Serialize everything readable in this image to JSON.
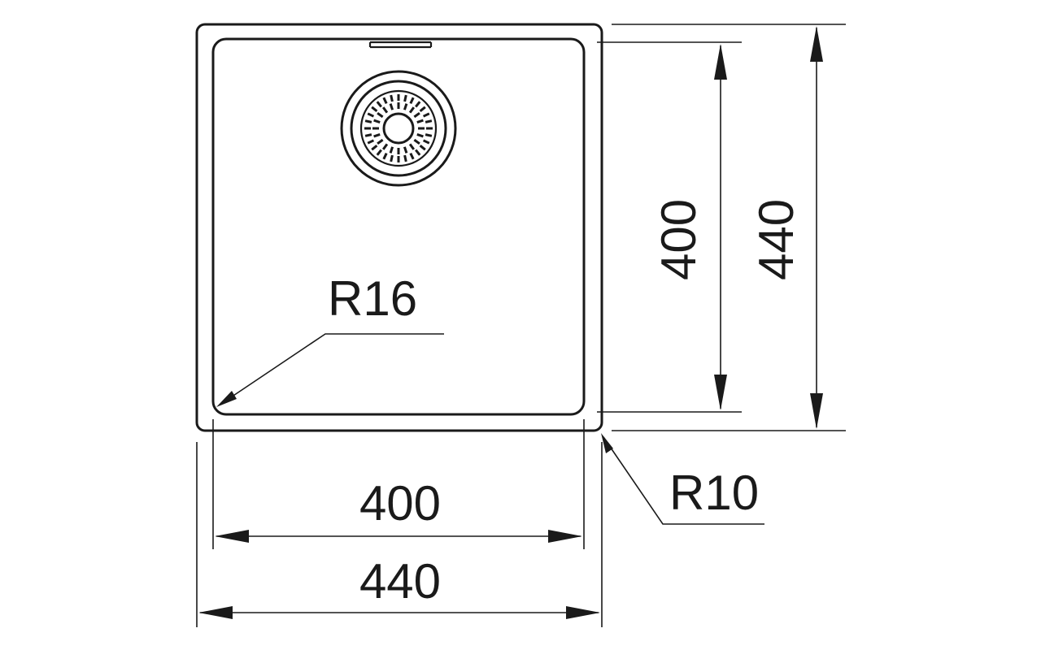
{
  "diagram": {
    "outer_width_label": "440",
    "inner_width_label": "400",
    "inner_height_label": "400",
    "outer_height_label": "440",
    "inner_radius_label": "R16",
    "outer_radius_label": "R10"
  }
}
